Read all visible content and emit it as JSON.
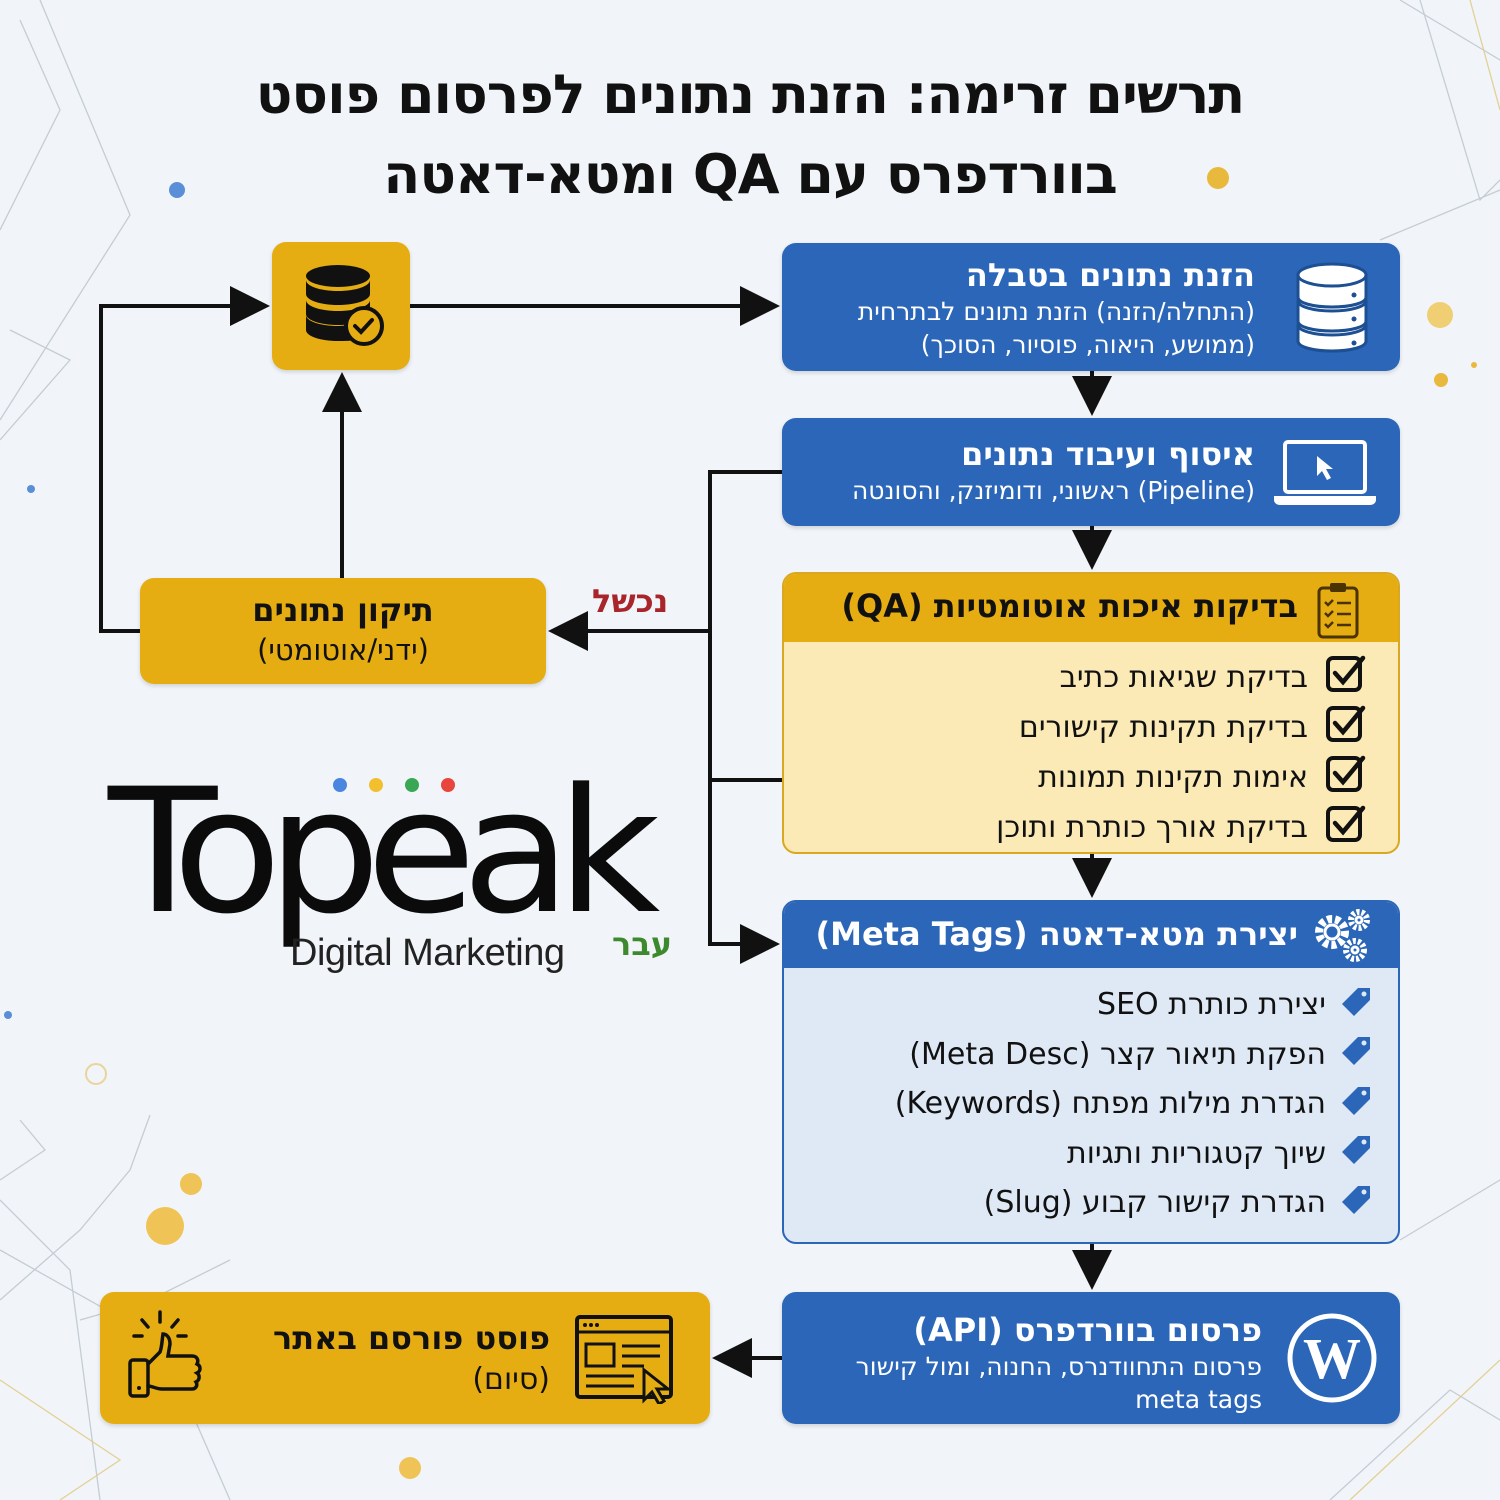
{
  "title": {
    "line1": "תרשים זרימה: הזנת נתונים לפרסום פוסט",
    "line2": "בוורדפרס עם QA ומטא-דאטה"
  },
  "colors": {
    "blue": "#2b66b8",
    "gold": "#e6ad12",
    "qa_body": "#fbeab6",
    "meta_body": "#dfe9f6",
    "fail_label": "#a8262b",
    "pass_label": "#3d8a2e",
    "background": "#f1f5f9"
  },
  "nodes": {
    "data_store": {
      "icon": "database-check-icon"
    },
    "data_input": {
      "icon": "database-icon",
      "heading": "הזנת נתונים בטבלה",
      "sub1": "(התחלה/הזנה) הזנת נתונים לבתרחית",
      "sub2": "(ממושע, היאוה, פוסיור, הסוכך)"
    },
    "collect": {
      "icon": "laptop-cursor-icon",
      "heading": "איסוף ועיבוד נתונים",
      "sub": "(Pipeline) ראשוני, ודומיזנק, והסונטה"
    },
    "qa": {
      "icon": "clipboard-checklist-icon",
      "heading": "בדיקות איכות אוטומטיות (QA)",
      "items": [
        "בדיקת שגיאות כתיב",
        "בדיקת תקינות קישורים",
        "אימות תקינות תמונות",
        "בדיקת אורך כותרת ותוכן"
      ]
    },
    "meta": {
      "icon": "gears-icon",
      "heading": "יצירת מטא-דאטה (Meta Tags)",
      "items": [
        "יצירת כותרת SEO",
        "הפקת תיאור קצר (Meta Desc)",
        "הגדרת מילות מפתח (Keywords)",
        "שיוך קטגוריות ותגיות",
        "הגדרת קישור קבוע (Slug)"
      ]
    },
    "publish": {
      "icon": "wordpress-icon",
      "heading": "פרסום בוורדפרס (API)",
      "sub1": "פרסום התחוודנרס, החנוה, ומול קישור",
      "sub2": "meta tags"
    },
    "done": {
      "icon_left": "thumbs-up-icon",
      "icon_right": "browser-cursor-icon",
      "heading": "פוסט פורסם באתר",
      "sub": "(סיום)"
    },
    "fix": {
      "heading": "תיקון נתונים",
      "sub": "(ידני/אוטומטי)"
    }
  },
  "edge_labels": {
    "fail": "נכשל",
    "pass": "עבר"
  },
  "logo": {
    "word": "Topeak",
    "tagline": "Digital Marketing",
    "dots": [
      "#4a86e0",
      "#f2bf2e",
      "#3aa757",
      "#e8453c"
    ]
  }
}
